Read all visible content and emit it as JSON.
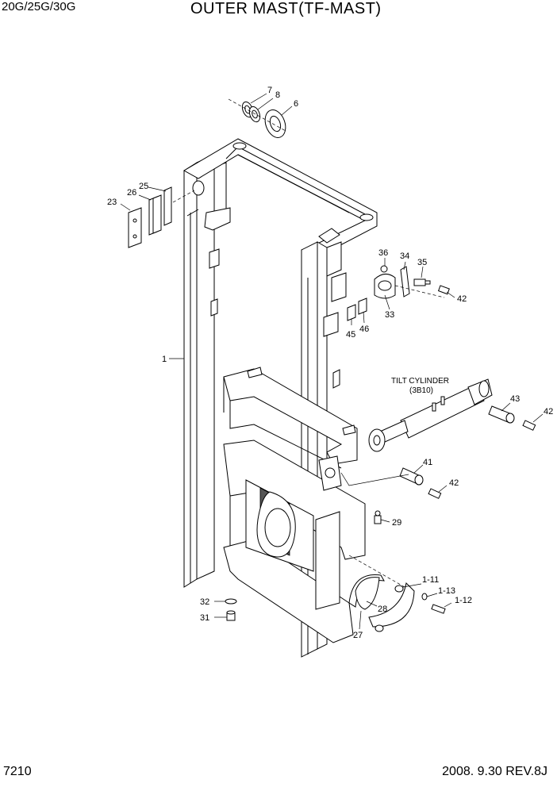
{
  "header": {
    "model": "20G/25G/30G",
    "title": "OUTER MAST(TF-MAST)"
  },
  "footer": {
    "page": "7210",
    "revision": "2008. 9.30  REV.8J"
  },
  "diagram": {
    "tilt_cylinder_label": "TILT CYLINDER",
    "tilt_cylinder_ref": "(3B10)",
    "callouts": {
      "c1": "1",
      "c6": "6",
      "c7": "7",
      "c8": "8",
      "c23": "23",
      "c25": "25",
      "c26": "26",
      "c27": "27",
      "c28": "28",
      "c29": "29",
      "c31": "31",
      "c32": "32",
      "c33": "33",
      "c34": "34",
      "c35": "35",
      "c36": "36",
      "c41": "41",
      "c42a": "42",
      "c42b": "42",
      "c42c": "42",
      "c43": "43",
      "c45": "45",
      "c46": "46",
      "c1_11": "1-11",
      "c1_12": "1-12",
      "c1_13": "1-13"
    }
  }
}
